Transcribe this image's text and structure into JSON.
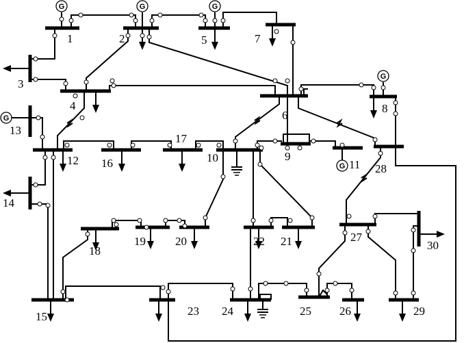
{
  "diagram": {
    "bus_labels": {
      "b1": "1",
      "b2": "2",
      "b3": "3",
      "b4": "4",
      "b5": "5",
      "b6": "6",
      "b7": "7",
      "b8": "8",
      "b9": "9",
      "b10": "10",
      "b11": "11",
      "b12": "12",
      "b13": "13",
      "b14": "14",
      "b15": "15",
      "b16": "16",
      "b17": "17",
      "b18": "18",
      "b19": "19",
      "b20": "20",
      "b21": "21",
      "b22": "22",
      "b23": "23",
      "b24": "24",
      "b25": "25",
      "b26": "26",
      "b27": "27",
      "b28": "28",
      "b29": "29",
      "b30": "30"
    },
    "generator_symbol": "G",
    "generators": [
      "1",
      "2",
      "5",
      "8",
      "11",
      "13"
    ]
  }
}
